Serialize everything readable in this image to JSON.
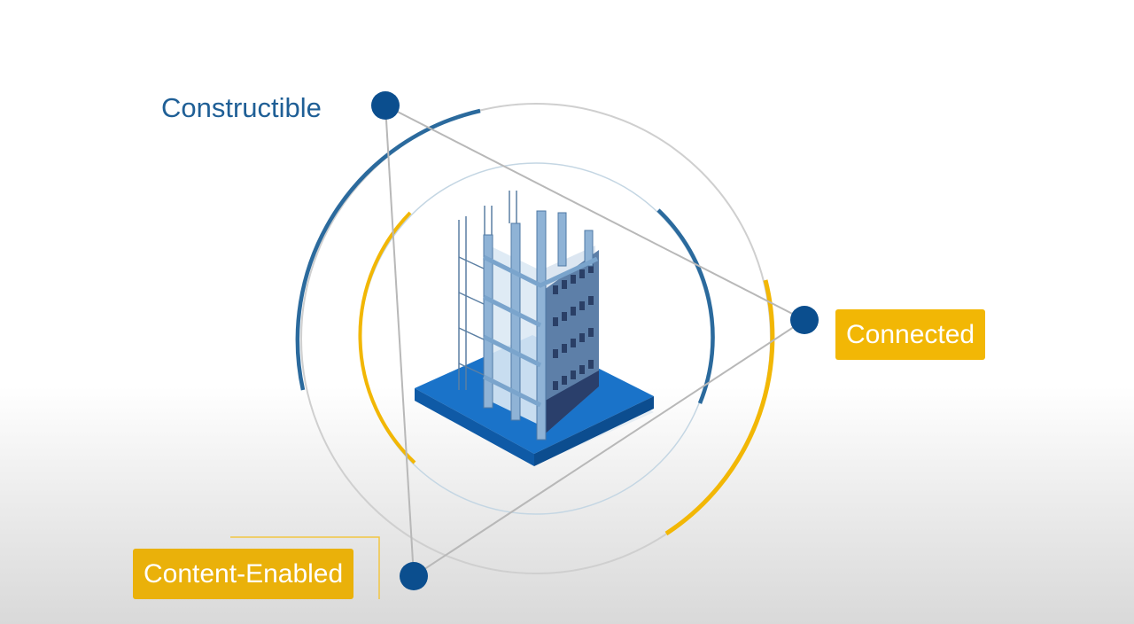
{
  "labels": {
    "constructible": "Constructible",
    "connected": "Connected",
    "content_enabled": "Content-Enabled"
  },
  "colors": {
    "blue": "#1f5f96",
    "navy_node": "#0b4e8e",
    "gold": "#f2b705",
    "gold_badge": "#eab10a",
    "ring": "#c9c9c9",
    "badge_text": "#ffffff"
  },
  "icons": {
    "center": "building-under-construction-icon",
    "nodes": "circle-node-icon"
  }
}
